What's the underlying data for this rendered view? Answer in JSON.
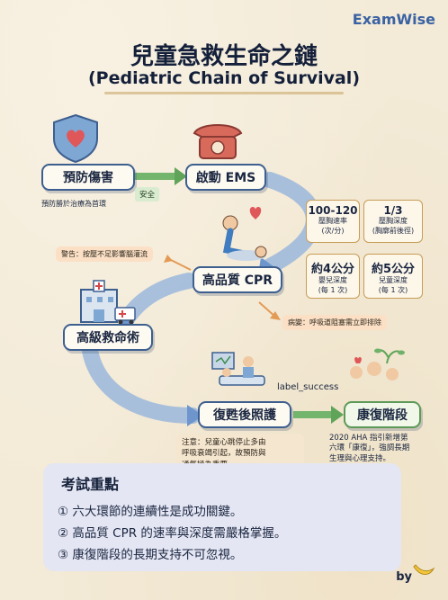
{
  "brand": "ExamWise",
  "header": {
    "title": "兒童急救生命之鏈",
    "subtitle": "(Pediatric Chain of Survival)"
  },
  "nodes": {
    "prevention": "預防傷害",
    "prevention_note": "預防勝於治療為首環",
    "safety_tag": "安全",
    "ems": "啟動 EMS",
    "cpr": "高品質 CPR",
    "advanced": "高級救命術",
    "post": "復甦後照護",
    "recovery": "康復階段",
    "label_success": "label_success"
  },
  "stats": [
    {
      "value": "100-120",
      "label1": "壓胸速率",
      "label2": "(次/分)"
    },
    {
      "value": "1/3",
      "label1": "壓胸深度",
      "label2": "(胸廓前後徑)"
    },
    {
      "value": "約4公分",
      "label1": "嬰兒深度",
      "label2": "(每 1 次)"
    },
    {
      "value": "約5公分",
      "label1": "兒童深度",
      "label2": "(每 1 次)"
    }
  ],
  "callouts": {
    "warning": "警告：按壓不足影響腦灌流",
    "airway": "病變：呼吸道阻塞需立即排除",
    "attention_1": "注意：兒童心跳停止多由",
    "attention_2": "呼吸衰竭引起，故預防與",
    "attention_3": "通氣極為重要。",
    "aha_1": "2020 AHA 指引新增第",
    "aha_2": "六環「康復」，強調長期",
    "aha_3": "生理與心理支持。"
  },
  "exam": {
    "heading": "考試重點",
    "points": [
      "① 六大環節的連續性是成功關鍵。",
      "② 高品質 CPR 的速率與深度需嚴格掌握。",
      "③ 康復階段的長期支持不可忽視。"
    ]
  },
  "footer": {
    "by": "by"
  },
  "colors": {
    "brand": "#3a62a3",
    "node_border": "#3d5f8f",
    "flow_blue": "#7fa6d6",
    "flow_green": "#6fb26a",
    "stat_border": "#c79c55",
    "callout_bg": "#fbe0c6",
    "exam_bg": "#e4e6f3"
  },
  "icons": [
    "shield-heart-icon",
    "telephone-icon",
    "cpr-figures-icon",
    "hospital-icon",
    "ambulance-icon",
    "patient-bed-icon",
    "family-plant-icon",
    "banana-icon"
  ]
}
